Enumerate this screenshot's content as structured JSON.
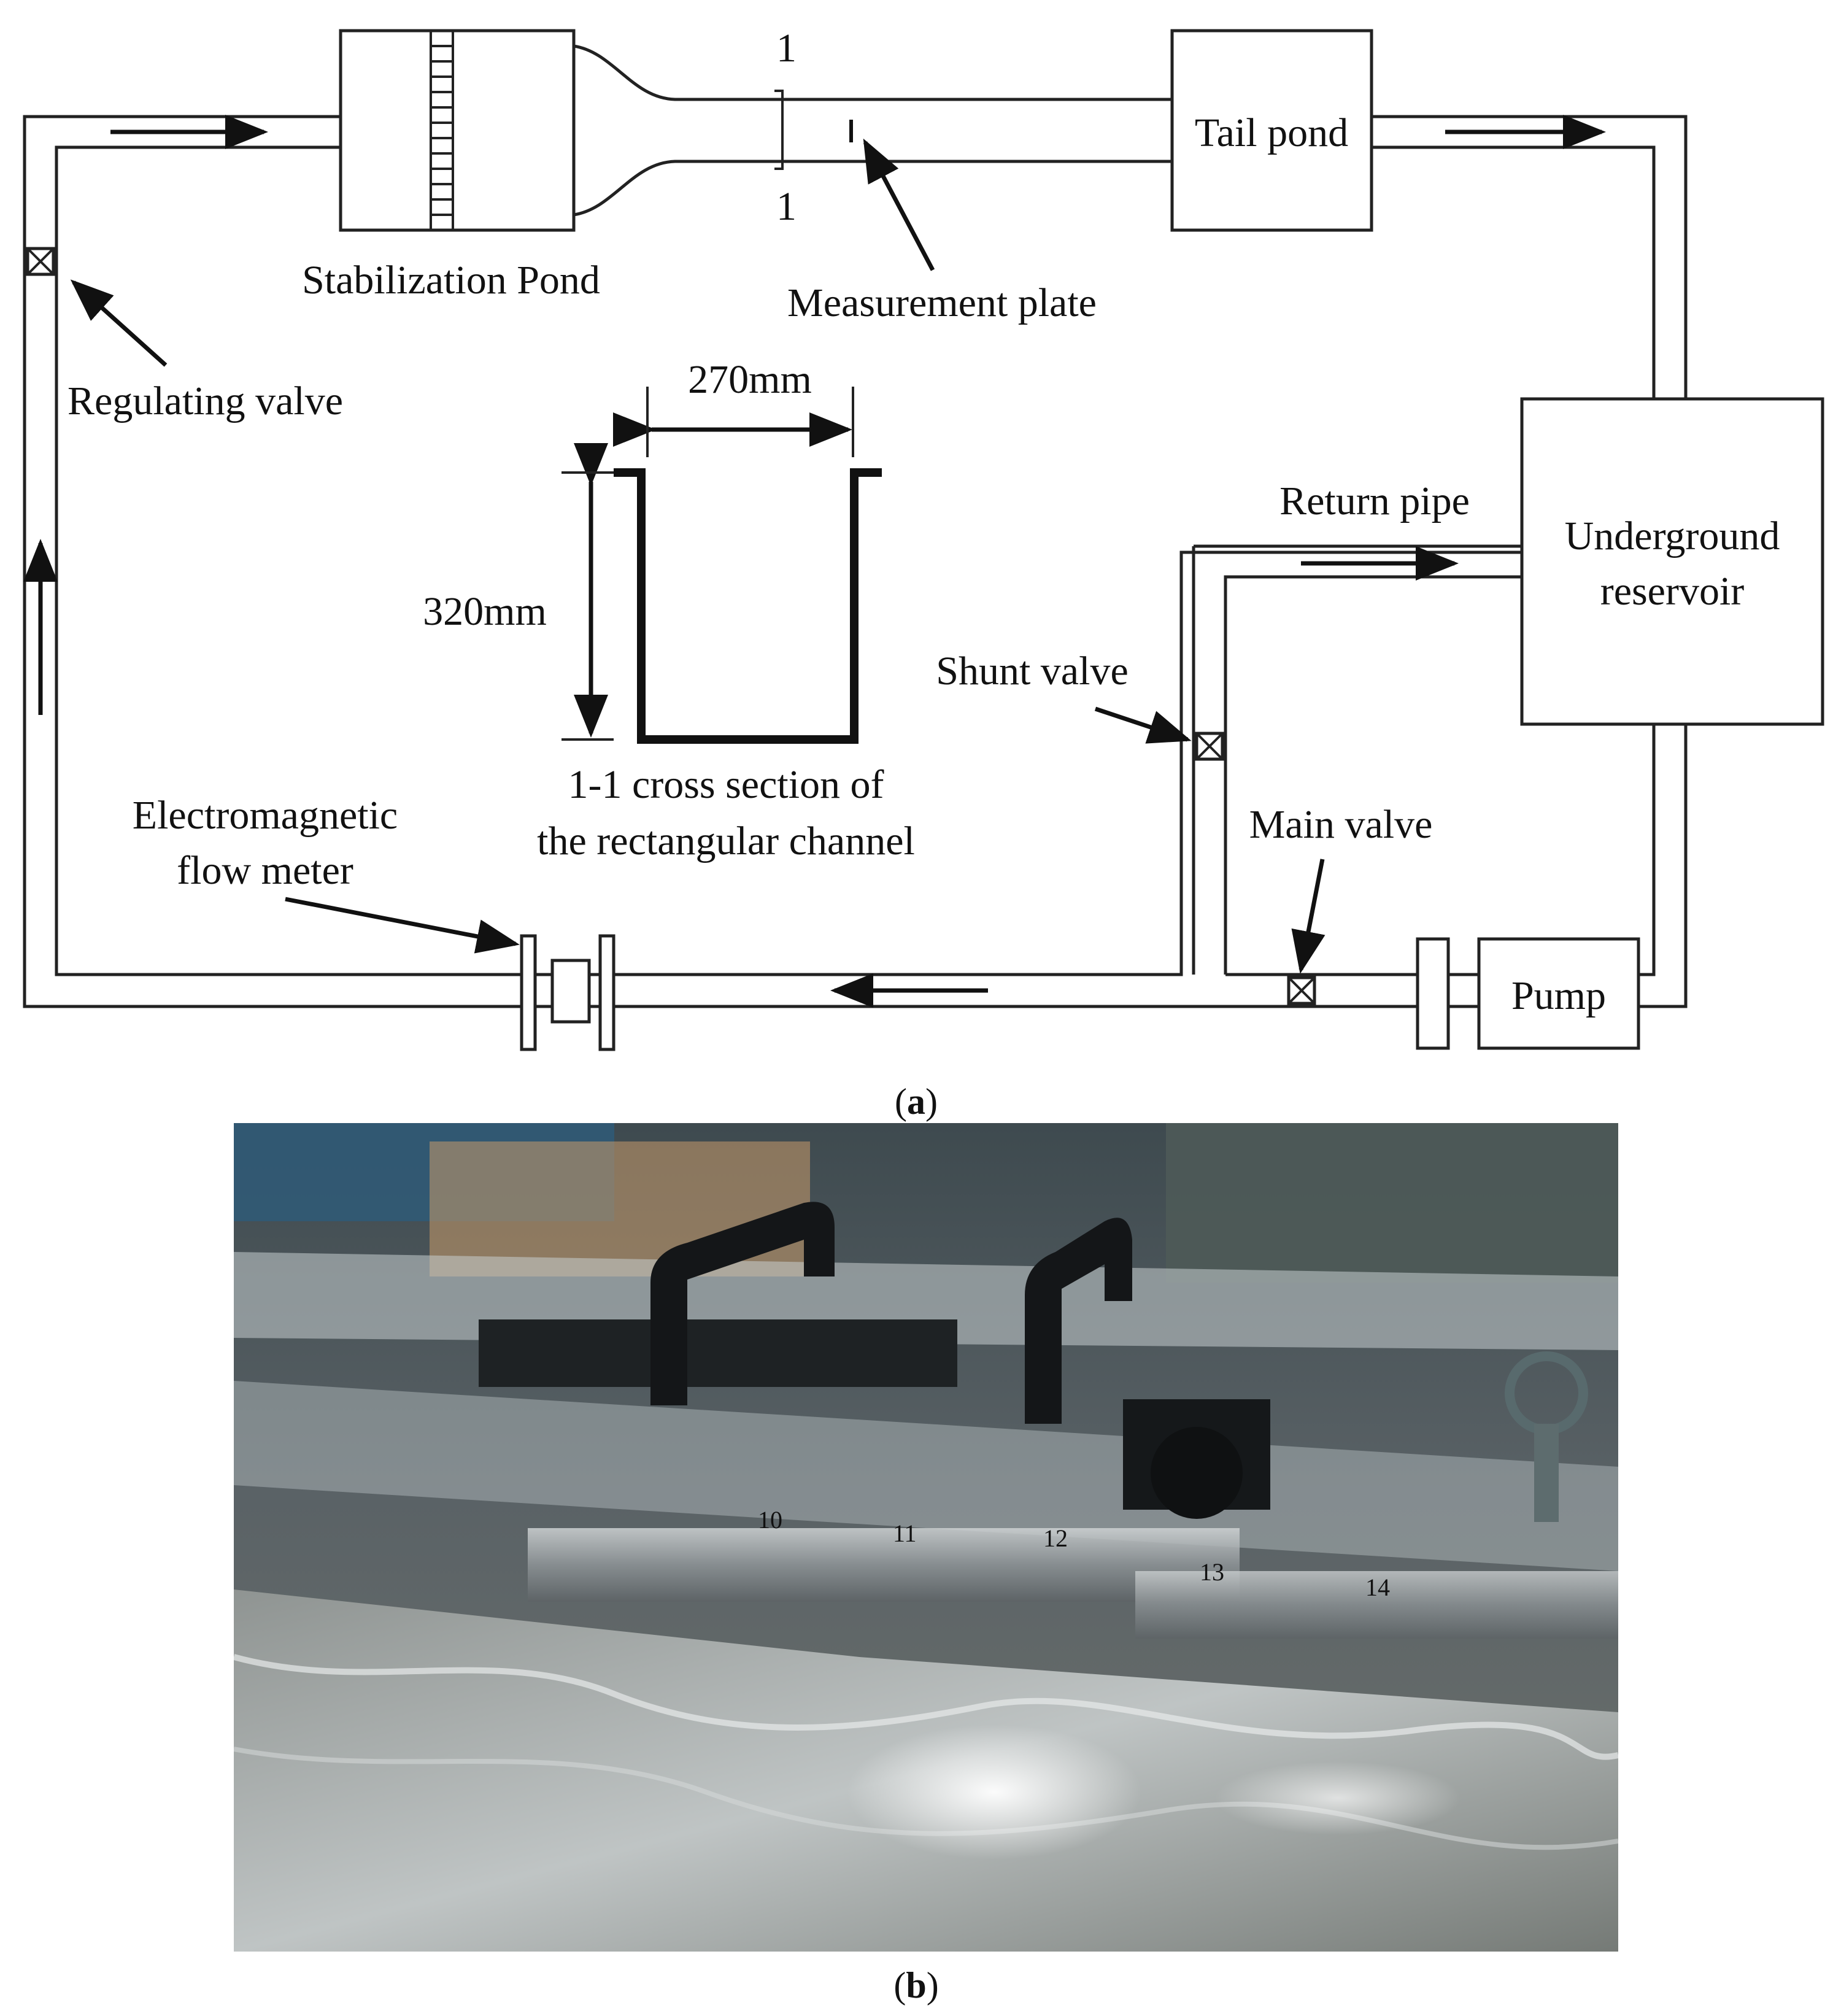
{
  "panel_a": {
    "stabilization_pond": "Stabilization Pond",
    "tail_pond": "Tail pond",
    "measurement_plate": "Measurement plate",
    "regulating_valve": "Regulating valve",
    "width_dim": "270mm",
    "height_dim": "320mm",
    "cross_section_line1": "1-1 cross section of",
    "cross_section_line2": "the rectangular channel",
    "return_pipe": "Return pipe",
    "underground_reservoir_line1": "Underground",
    "underground_reservoir_line2": "reservoir",
    "shunt_valve": "Shunt valve",
    "main_valve": "Main valve",
    "flow_meter_line1": "Electromagnetic",
    "flow_meter_line2": "flow meter",
    "pump": "Pump",
    "section_mark_top": "1",
    "section_mark_bottom": "1"
  },
  "captions": {
    "a_open": "(",
    "a_letter": "a",
    "a_close": ")",
    "b_open": "(",
    "b_letter": "b",
    "b_close": ")"
  },
  "photo": {
    "bench_marks": [
      "10",
      "11",
      "12",
      "13",
      "14"
    ]
  }
}
